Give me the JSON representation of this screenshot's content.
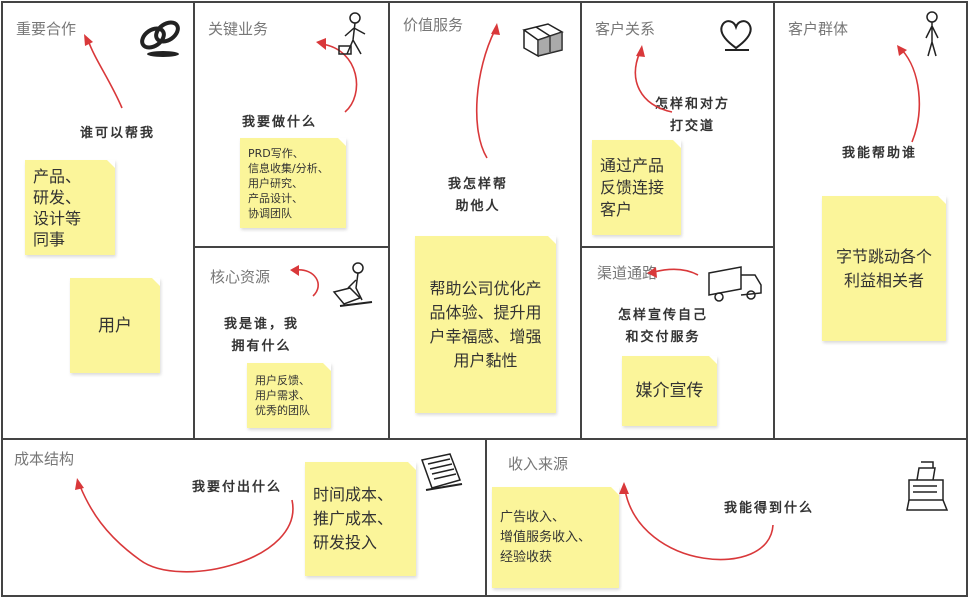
{
  "blocks": {
    "key_partners": {
      "title": "重要合作",
      "prompt": "谁可以帮我",
      "notes": [
        "产品、\n研发、\n设计等\n同事",
        "用户"
      ],
      "icon": "chain-links-icon"
    },
    "key_activities": {
      "title": "关键业务",
      "prompt": "我要做什么",
      "notes": [
        "PRD写作、\n信息收集/分析、\n用户研究、\n产品设计、\n协调团队"
      ],
      "icon": "worker-icon"
    },
    "key_resources": {
      "title": "核心资源",
      "prompt": "我是谁，我\n拥有什么",
      "notes": [
        "用户反馈、\n用户需求、\n优秀的团队"
      ],
      "icon": "person-with-cart-icon"
    },
    "value_propositions": {
      "title": "价值服务",
      "prompt": "我怎样帮\n助他人",
      "notes": [
        "帮助公司优化产\n品体验、提升用\n户幸福感、增强\n用户黏性"
      ],
      "icon": "gift-icon"
    },
    "customer_relationships": {
      "title": "客户关系",
      "prompt": "怎样和对方\n打交道",
      "notes": [
        "通过产品\n反馈连接\n客户"
      ],
      "icon": "heart-icon"
    },
    "channels": {
      "title": "渠道通路",
      "prompt": "怎样宣传自己\n和交付服务",
      "notes": [
        "媒介宣传"
      ],
      "icon": "truck-icon"
    },
    "customer_segments": {
      "title": "客户群体",
      "prompt": "我能帮助谁",
      "notes": [
        "字节跳动各个\n利益相关者"
      ],
      "icon": "standing-person-icon"
    },
    "cost_structure": {
      "title": "成本结构",
      "prompt": "我要付出什么",
      "notes": [
        "时间成本、\n推广成本、\n研发投入"
      ],
      "icon": "receipt-icon"
    },
    "revenue_streams": {
      "title": "收入来源",
      "prompt": "我能得到什么",
      "notes": [
        "广告收入、\n增值服务收入、\n经验收获"
      ],
      "icon": "cash-register-icon"
    }
  },
  "colors": {
    "sticky": "#fbf59a",
    "arrow": "#d9383a",
    "border": "#444444"
  }
}
